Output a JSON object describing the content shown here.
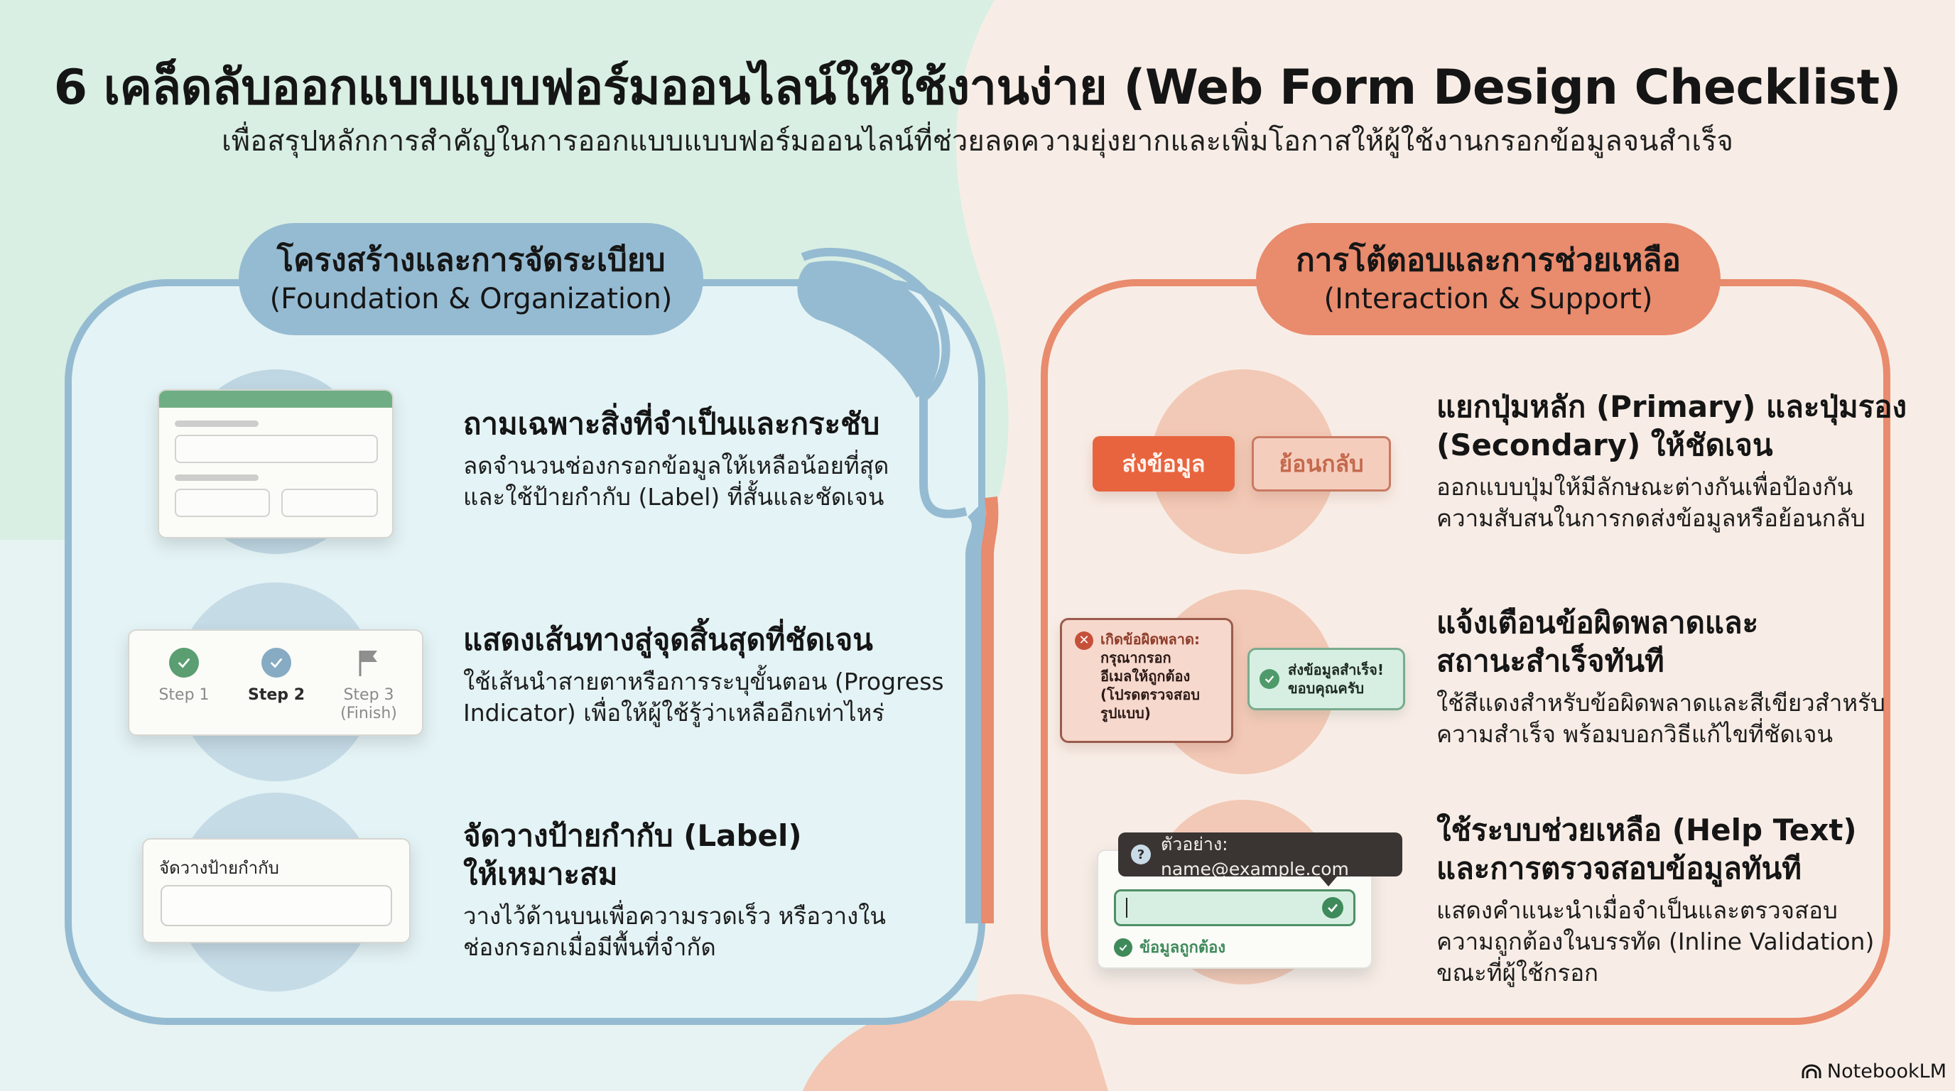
{
  "header": {
    "title": "6 เคล็ดลับออกแบบแบบฟอร์มออนไลน์ให้ใช้งานง่าย (Web Form Design Checklist)",
    "subtitle": "เพื่อสรุปหลักการสำคัญในการออกแบบแบบฟอร์มออนไลน์ที่ช่วยลดความยุ่งยากและเพิ่มโอกาสให้ผู้ใช้งานกรอกข้อมูลจนสำเร็จ"
  },
  "colors": {
    "left_accent": "#95bbd2",
    "right_accent": "#e98b6d",
    "primary_button": "#e8643f",
    "success_green": "#3f8a5b",
    "error_red": "#c6503a",
    "bg_green": "#d9efe4",
    "bg_peach": "#f8ede6"
  },
  "sections": [
    {
      "title_th": "โครงสร้างและการจัดระเบียบ",
      "title_en": "(Foundation & Organization)",
      "items": [
        {
          "title": "ถามเฉพาะสิ่งที่จำเป็นและกระชับ",
          "desc_lines": [
            "ลดจำนวนช่องกรอกข้อมูลให้เหลือน้อยที่สุด",
            "และใช้ป้ายกำกับ (Label) ที่สั้นและชัดเจน"
          ],
          "icon": "form-mockup"
        },
        {
          "title": "แสดงเส้นทางสู่จุดสิ้นสุดที่ชัดเจน",
          "desc_lines": [
            "ใช้เส้นนำสายตาหรือการระบุขั้นตอน (Progress",
            "Indicator) เพื่อให้ผู้ใช้รู้ว่าเหลืออีกเท่าไหร่"
          ],
          "icon": "progress-stepper",
          "steps": [
            {
              "label": "Step 1",
              "state": "done"
            },
            {
              "label": "Step 2",
              "state": "current"
            },
            {
              "label": "Step 3",
              "sub": "(Finish)",
              "state": "pending"
            }
          ]
        },
        {
          "title_lines": [
            "จัดวางป้ายกำกับ (Label)",
            "ให้เหมาะสม"
          ],
          "desc_lines": [
            "วางไว้ด้านบนเพื่อความรวดเร็ว หรือวางใน",
            "ช่องกรอกเมื่อมีพื้นที่จำกัด"
          ],
          "icon": "label-field",
          "mock_label": "จัดวางป้ายกำกับ"
        }
      ]
    },
    {
      "title_th": "การโต้ตอบและการช่วยเหลือ",
      "title_en": "(Interaction & Support)",
      "items": [
        {
          "title_lines": [
            "แยกปุ่มหลัก (Primary) และปุ่มรอง",
            "(Secondary) ให้ชัดเจน"
          ],
          "desc_lines": [
            "ออกแบบปุ่มให้มีลักษณะต่างกันเพื่อป้องกัน",
            "ความสับสนในการกดส่งข้อมูลหรือย้อนกลับ"
          ],
          "primary_button": "ส่งข้อมูล",
          "secondary_button": "ย้อนกลับ"
        },
        {
          "title_lines": [
            "แจ้งเตือนข้อผิดพลาดและ",
            "สถานะสำเร็จทันที"
          ],
          "desc_lines": [
            "ใช้สีแดงสำหรับข้อผิดพลาดและสีเขียวสำหรับ",
            "ความสำเร็จ พร้อมบอกวิธีแก้ไขที่ชัดเจน"
          ],
          "error_message": {
            "title": "เกิดข้อผิดพลาด:",
            "lines": [
              "กรุณากรอก",
              "อีเมลให้ถูกต้อง",
              "(โปรดตรวจสอบ",
              "รูปแบบ)"
            ]
          },
          "success_message": {
            "lines": [
              "ส่งข้อมูลสำเร็จ!",
              "ขอบคุณครับ"
            ]
          }
        },
        {
          "title_lines": [
            "ใช้ระบบช่วยเหลือ (Help Text)",
            "และการตรวจสอบข้อมูลทันที"
          ],
          "desc_lines": [
            "แสดงคำแนะนำเมื่อจำเป็นและตรวจสอบ",
            "ความถูกต้องในบรรทัด (Inline Validation)",
            "ขณะที่ผู้ใช้กรอก"
          ],
          "tooltip": "ตัวอย่าง: name@example.com",
          "validation_message": "ข้อมูลถูกต้อง"
        }
      ]
    }
  ],
  "footer": {
    "brand": "NotebookLM"
  }
}
